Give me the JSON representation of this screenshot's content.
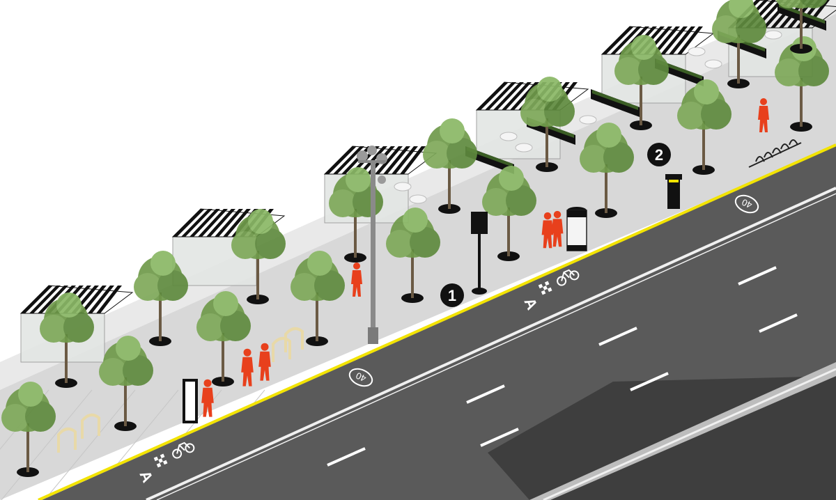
{
  "diagram": {
    "callouts": [
      {
        "id": "callout-1",
        "label": "1"
      },
      {
        "id": "callout-2",
        "label": "2"
      }
    ],
    "road_markings": {
      "speed_limit_value": "40",
      "bike_lane_letter": "A"
    },
    "colors": {
      "road": "#5a5a5a",
      "road_dark": "#3e3e3e",
      "sidewalk": "#dcdcdc",
      "curb_line": "#f2e300",
      "pedestrian": "#e8401c",
      "tree_canopy": "#6f9a4a",
      "awning_black": "#111111",
      "planter_green": "#3b5e25"
    },
    "icons": [
      "bicycle-icon",
      "checker-icon",
      "street-lamp-icon",
      "traffic-signal-icon",
      "bike-rack-icon",
      "kiosk-icon",
      "parking-meter-icon",
      "pedestrian-icon",
      "cafe-table-icon",
      "awning-icon",
      "tree-icon",
      "planter-icon"
    ]
  }
}
